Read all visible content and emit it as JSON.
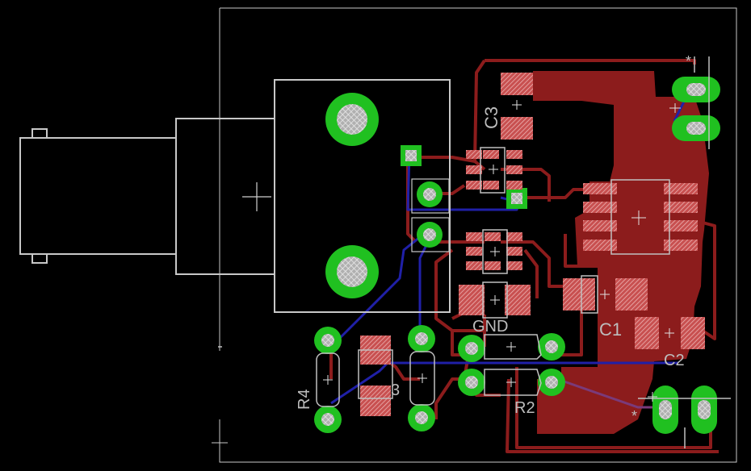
{
  "board": {
    "colors": {
      "background": "#000000",
      "outline": "#c8c8c8",
      "top_copper": "#8c1c1c",
      "bottom_copper": "#2020a8",
      "pad": "#d07070",
      "via": "#20c020",
      "silk": "#c0c0c0"
    }
  },
  "labels": {
    "c3": "C3",
    "gnd": "GND",
    "c1": "C1",
    "c2": "C2",
    "r4": "R4",
    "r3": "3",
    "r2": "R2",
    "star_top": "*",
    "star_bottom": "*"
  },
  "icons": {
    "origin_cross": "plus-icon",
    "connector_plus": "plus-icon"
  }
}
